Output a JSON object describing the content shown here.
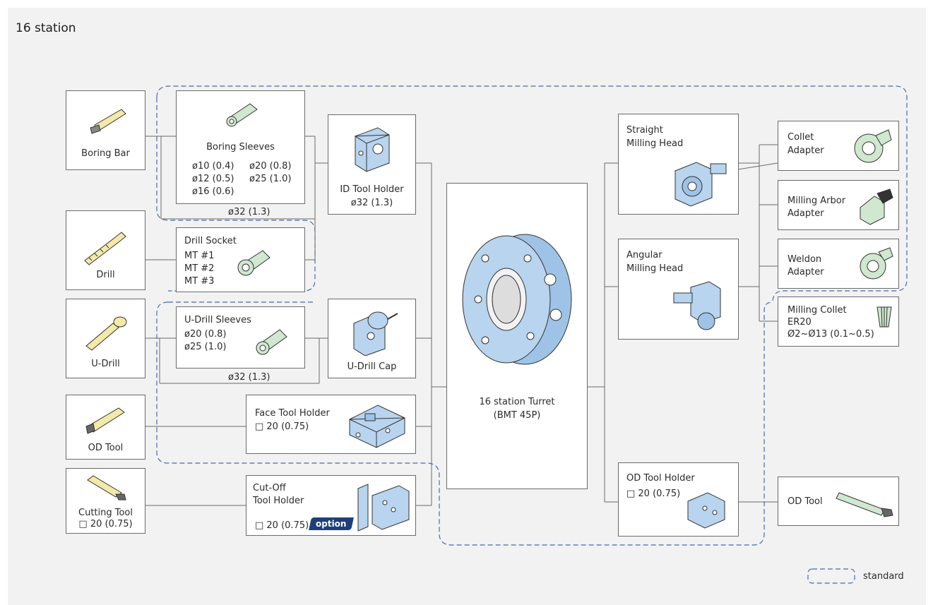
{
  "title": "16 station",
  "legend": "standard",
  "boring_bar": "Boring Bar",
  "boring_sleeves": {
    "title": "Boring Sleeves",
    "sizes": [
      "ø10 (0.4)",
      "ø20 (0.8)",
      "ø12 (0.5)",
      "ø25 (1.0)",
      "ø16 (0.6)"
    ],
    "bottom": "ø32 (1.3)"
  },
  "id_tool_holder": {
    "title": "ID Tool Holder",
    "size": "ø32 (1.3)"
  },
  "drill": "Drill",
  "drill_socket": {
    "title": "Drill Socket",
    "sizes": [
      "MT #1",
      "MT #2",
      "MT #3"
    ]
  },
  "u_drill": "U-Drill",
  "u_drill_sleeves": {
    "title": "U-Drill Sleeves",
    "sizes": [
      "ø20 (0.8)",
      "ø25 (1.0)"
    ],
    "bottom": "ø32 (1.3)"
  },
  "u_drill_cap": "U-Drill Cap",
  "od_tool_left": "OD Tool",
  "face_tool_holder": {
    "title": "Face Tool Holder",
    "size": "□ 20 (0.75)"
  },
  "cutting_tool": {
    "title": "Cutting Tool",
    "size": "□ 20 (0.75)"
  },
  "cut_off_holder": {
    "title1": "Cut-Off",
    "title2": "Tool Holder",
    "size": "□ 20 (0.75)",
    "badge": "option"
  },
  "turret": {
    "line1": "16 station Turret",
    "line2": "(BMT 45P)"
  },
  "straight_milling": {
    "line1": "Straight",
    "line2": "Milling Head"
  },
  "angular_milling": {
    "line1": "Angular",
    "line2": "Milling Head"
  },
  "od_tool_holder": {
    "title": "OD Tool Holder",
    "size": "□ 20 (0.75)"
  },
  "collet_adapter": {
    "line1": "Collet",
    "line2": "Adapter"
  },
  "milling_arbor": {
    "line1": "Milling Arbor",
    "line2": "Adapter"
  },
  "weldon_adapter": {
    "line1": "Weldon",
    "line2": "Adapter"
  },
  "milling_collet": {
    "line1": "Milling Collet",
    "line2": "ER20",
    "line3": "Ø2~Ø13 (0.1~0.5)"
  },
  "od_tool_right": "OD Tool",
  "colors": {
    "line": "#6b6b6b",
    "dashed": "#4a6aa8",
    "part": "#b8d4ee",
    "green": "#cfe8cf",
    "yellow": "#f3e9a9",
    "badge": "#1f3f78"
  }
}
